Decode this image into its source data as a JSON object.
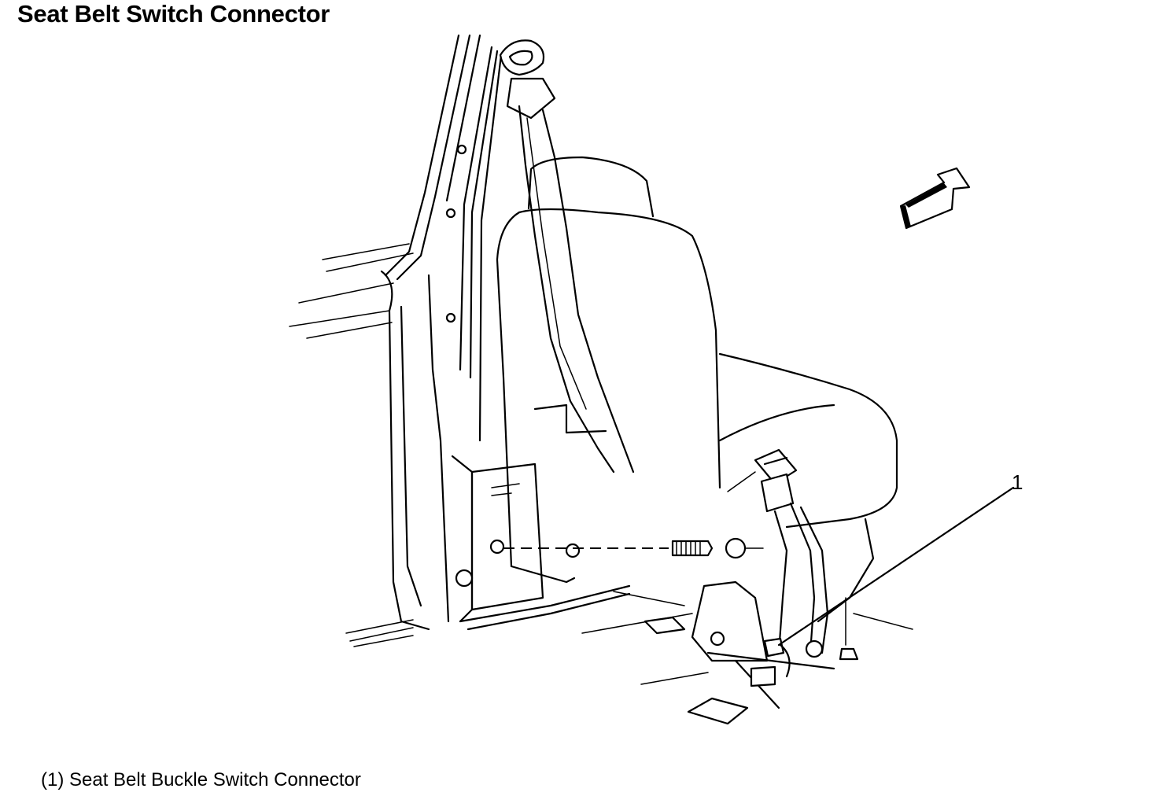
{
  "title": "Seat Belt Switch Connector",
  "callouts": [
    {
      "number": "1",
      "label": "Seat Belt Buckle Switch Connector"
    }
  ],
  "legend": [
    {
      "text": "(1) Seat Belt Buckle Switch Connector"
    }
  ],
  "icons": {
    "direction_arrow": "front-direction-arrow-icon"
  }
}
